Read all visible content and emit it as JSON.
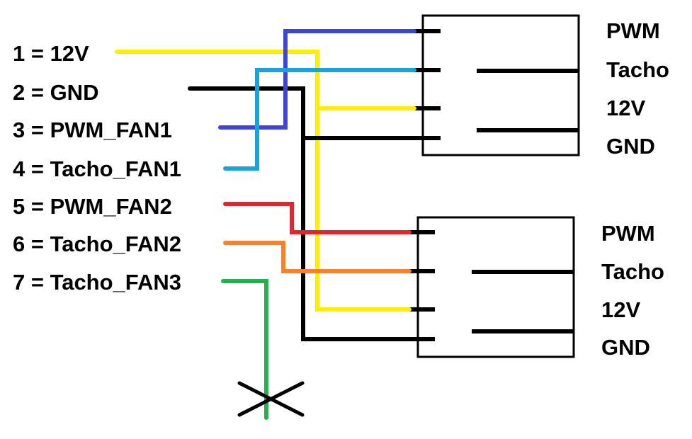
{
  "header_pins": [
    {
      "label": "1 = 12V",
      "color": "#ffee00"
    },
    {
      "label": "2 = GND",
      "color": "#000000"
    },
    {
      "label": "3 = PWM_FAN1",
      "color": "#3f48cc"
    },
    {
      "label": "4 = Tacho_FAN1",
      "color": "#17a2e0"
    },
    {
      "label": "5 = PWM_FAN2",
      "color": "#e8232a"
    },
    {
      "label": "6 = Tacho_FAN2",
      "color": "#ff7f27"
    },
    {
      "label": "7 = Tacho_FAN3",
      "color": "#22b14c"
    }
  ],
  "connectors": [
    {
      "name": "fan-connector-1",
      "pins": [
        "PWM",
        "Tacho",
        "12V",
        "GND"
      ]
    },
    {
      "name": "fan-connector-2",
      "pins": [
        "PWM",
        "Tacho",
        "12V",
        "GND"
      ]
    }
  ],
  "colors": {
    "12v": "#ffee00",
    "gnd": "#000000",
    "pwm_fan1": "#3f48cc",
    "tacho_fan1": "#17a2e0",
    "pwm_fan2": "#e8232a",
    "tacho_fan2": "#ff7f27",
    "tacho_fan3": "#22b14c"
  },
  "unconnected_marker": "cross-icon"
}
